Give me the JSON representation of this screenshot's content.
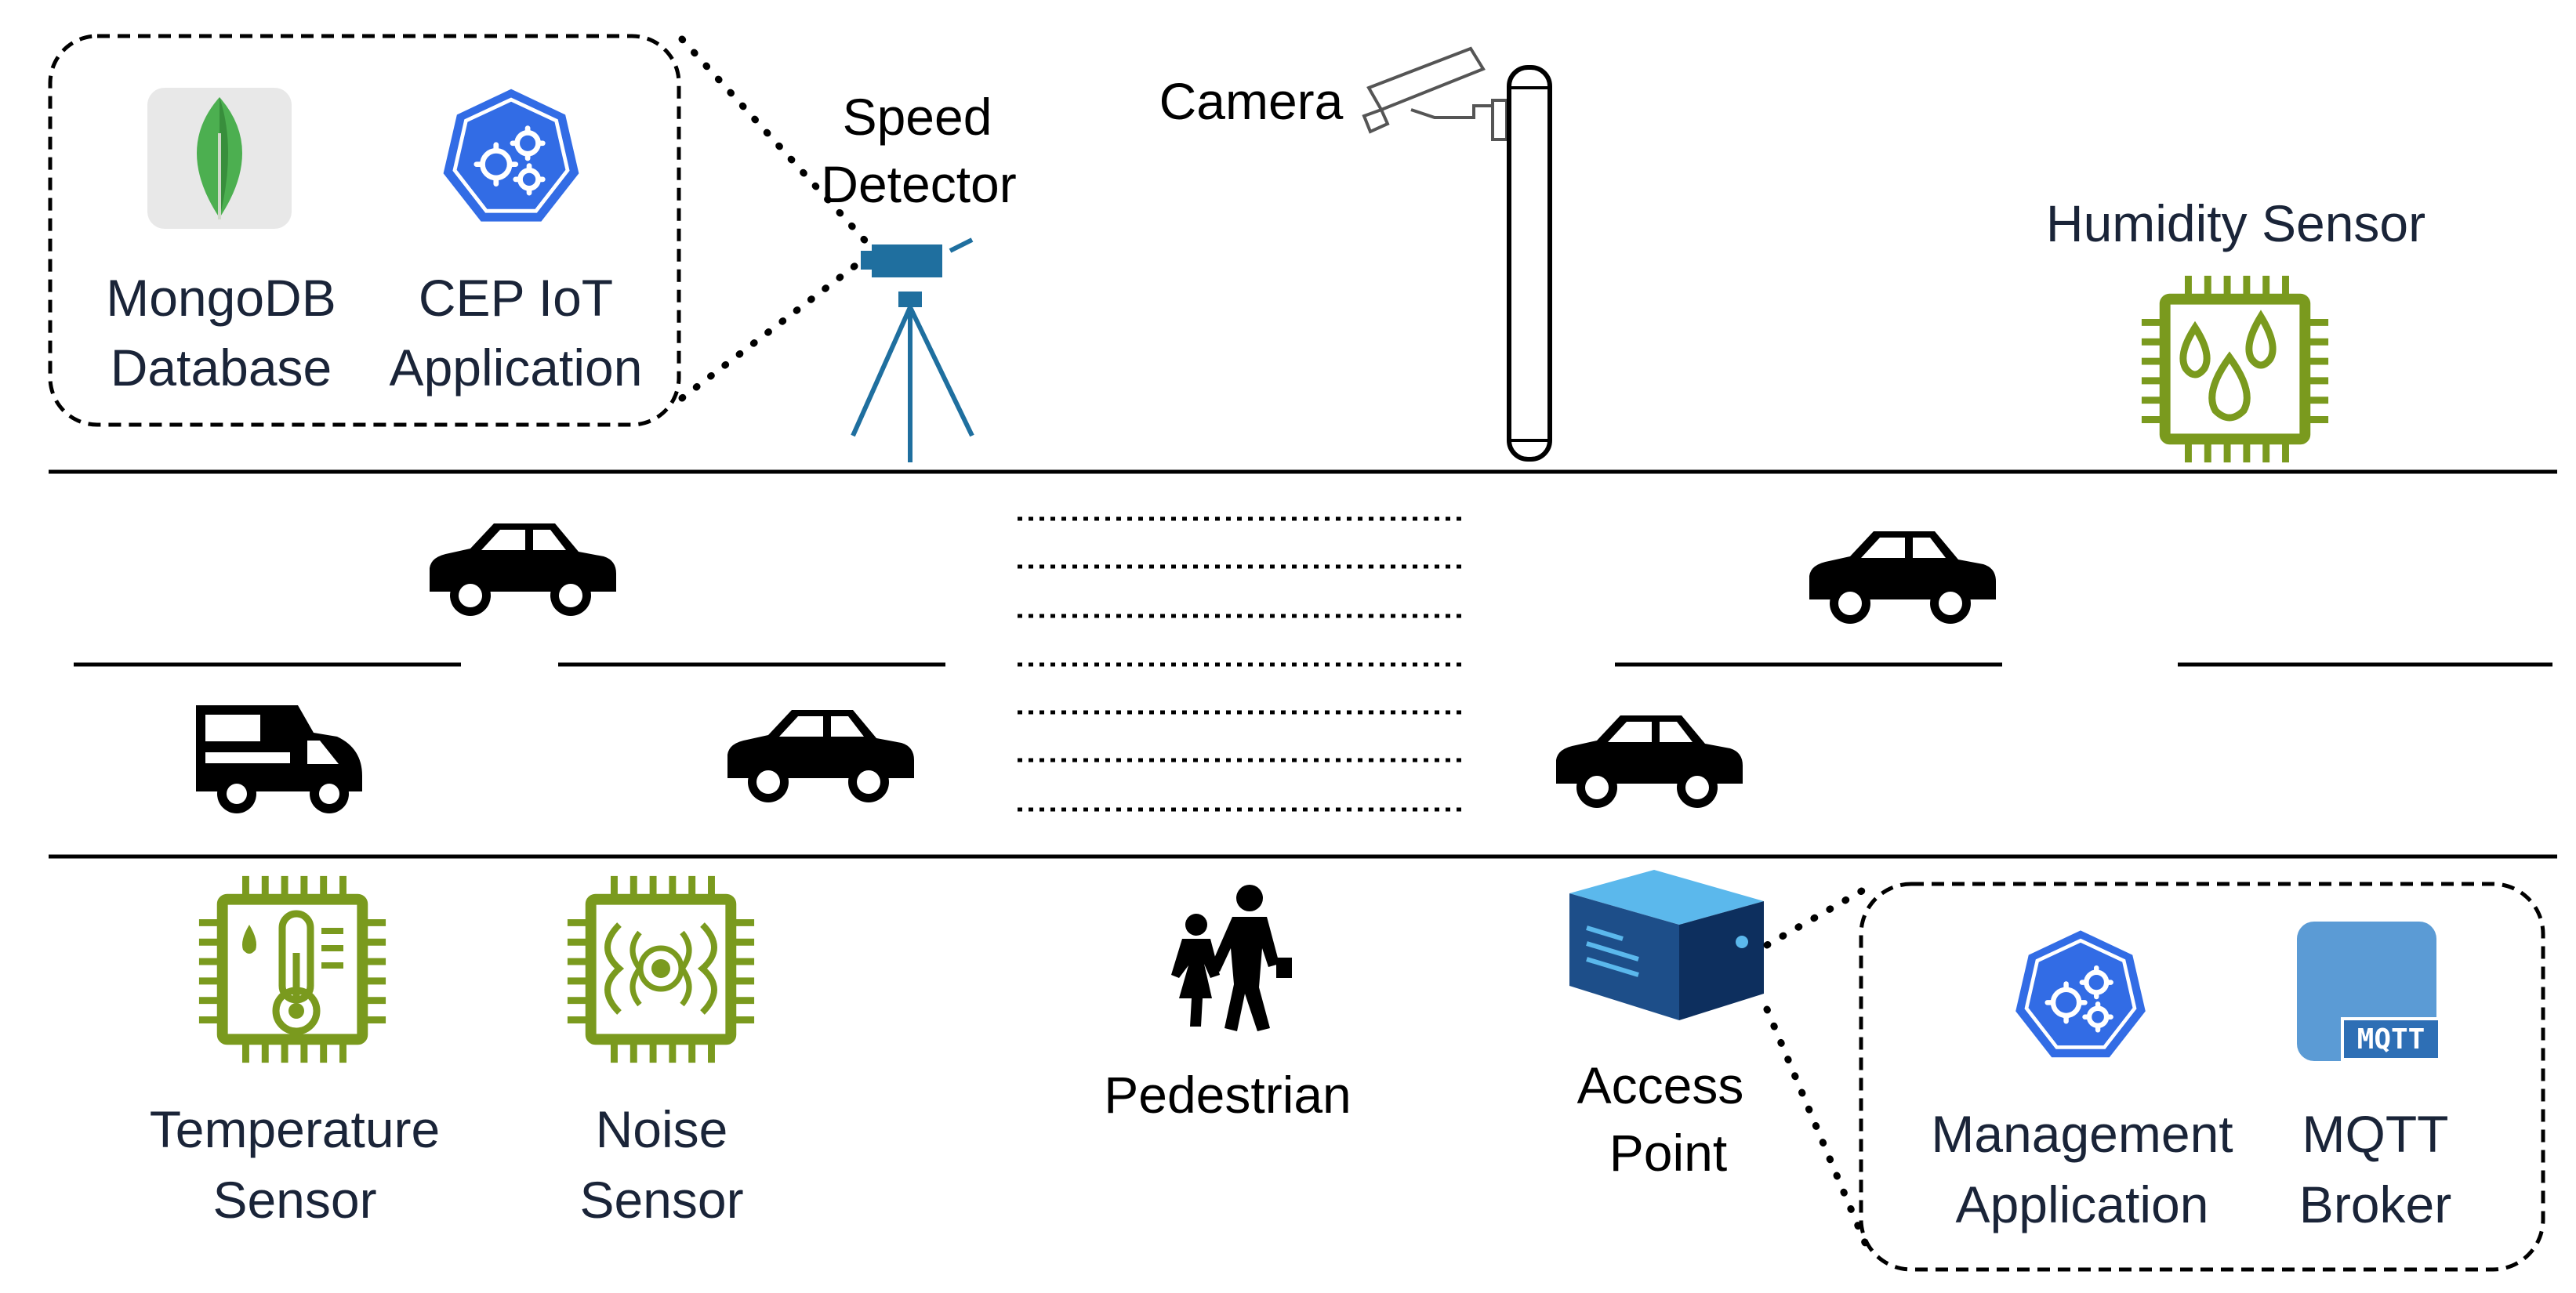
{
  "labels": {
    "mongodb_line1": "MongoDB",
    "mongodb_line2": "Database",
    "cep_line1": "CEP IoT",
    "cep_line2": "Application",
    "speed_line1": "Speed",
    "speed_line2": "Detector",
    "camera": "Camera",
    "humidity": "Humidity Sensor",
    "temperature_line1": "Temperature",
    "temperature_line2": "Sensor",
    "noise_line1": "Noise",
    "noise_line2": "Sensor",
    "pedestrian": "Pedestrian",
    "access_line1": "Access",
    "access_line2": "Point",
    "management_line1": "Management",
    "management_line2": "Application",
    "mqtt_line1": "MQTT",
    "mqtt_line2": "Broker",
    "mqtt_badge": "MQTT"
  },
  "colors": {
    "sensor_green": "#7a9a1e",
    "k8s_blue": "#326ce5",
    "mongo_leaf": "#4caf50",
    "device_blue": "#1f6f9f",
    "mqtt_blue": "#5b9bd5",
    "access_point_blue": "#1d4e89",
    "text_dark": "#1a2438"
  },
  "icons": {
    "mongodb": "mongodb-leaf-icon",
    "cep": "kubernetes-gears-icon",
    "speed_detector": "speed-detector-tripod-icon",
    "camera": "cctv-camera-icon",
    "humidity": "humidity-chip-icon",
    "temperature": "thermometer-chip-icon",
    "noise": "noise-chip-icon",
    "pedestrian": "pedestrians-icon",
    "access_point": "access-point-server-icon",
    "management": "kubernetes-gears-icon",
    "mqtt": "mqtt-broker-icon",
    "vehicle": "car-icon",
    "camper": "camper-van-icon"
  }
}
